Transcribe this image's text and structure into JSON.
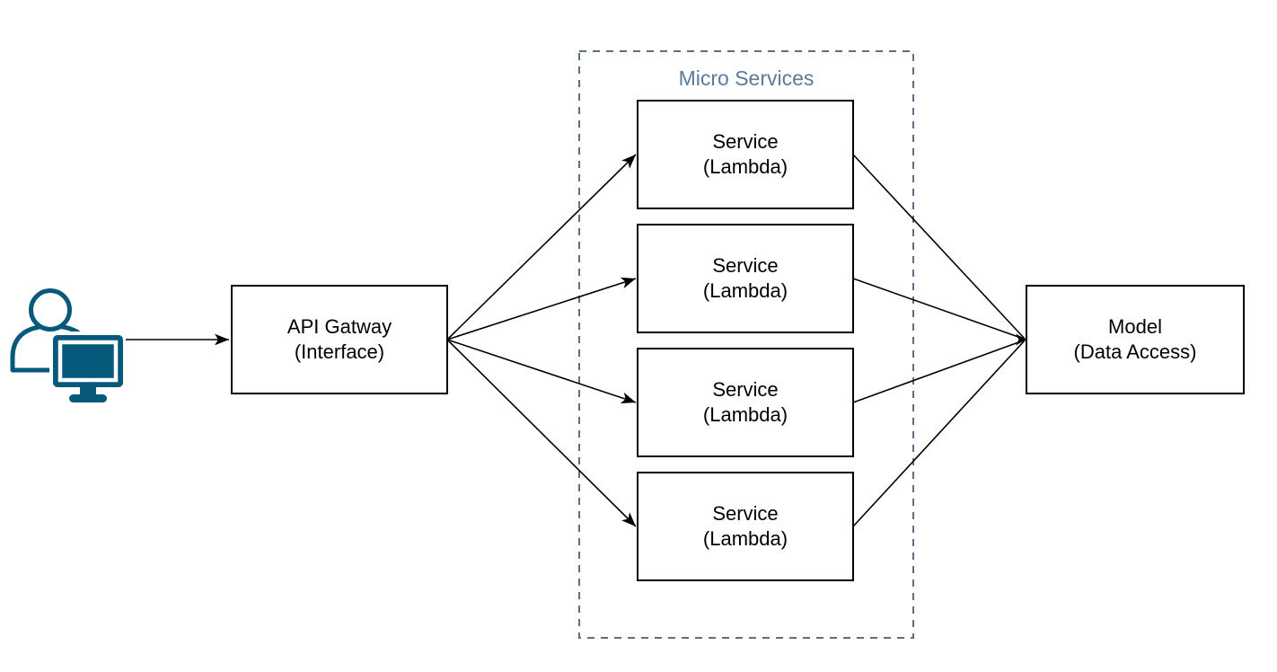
{
  "container": {
    "label": "Micro Services"
  },
  "nodes": {
    "user": {
      "icon": "user-with-computer-icon"
    },
    "api_gateway": {
      "line1": "API Gatway",
      "line2": "(Interface)"
    },
    "model": {
      "line1": "Model",
      "line2": "(Data Access)"
    }
  },
  "services": [
    {
      "line1": "Service",
      "line2": "(Lambda)"
    },
    {
      "line1": "Service",
      "line2": "(Lambda)"
    },
    {
      "line1": "Service",
      "line2": "(Lambda)"
    },
    {
      "line1": "Service",
      "line2": "(Lambda)"
    }
  ],
  "colors": {
    "icon": "#06597A",
    "container-border": "#5E6E84",
    "container-label": "#5C7A99",
    "node-border": "#000000",
    "node-fill": "#FFFFFF",
    "connector": "#000000",
    "background": "#FFFFFF"
  }
}
